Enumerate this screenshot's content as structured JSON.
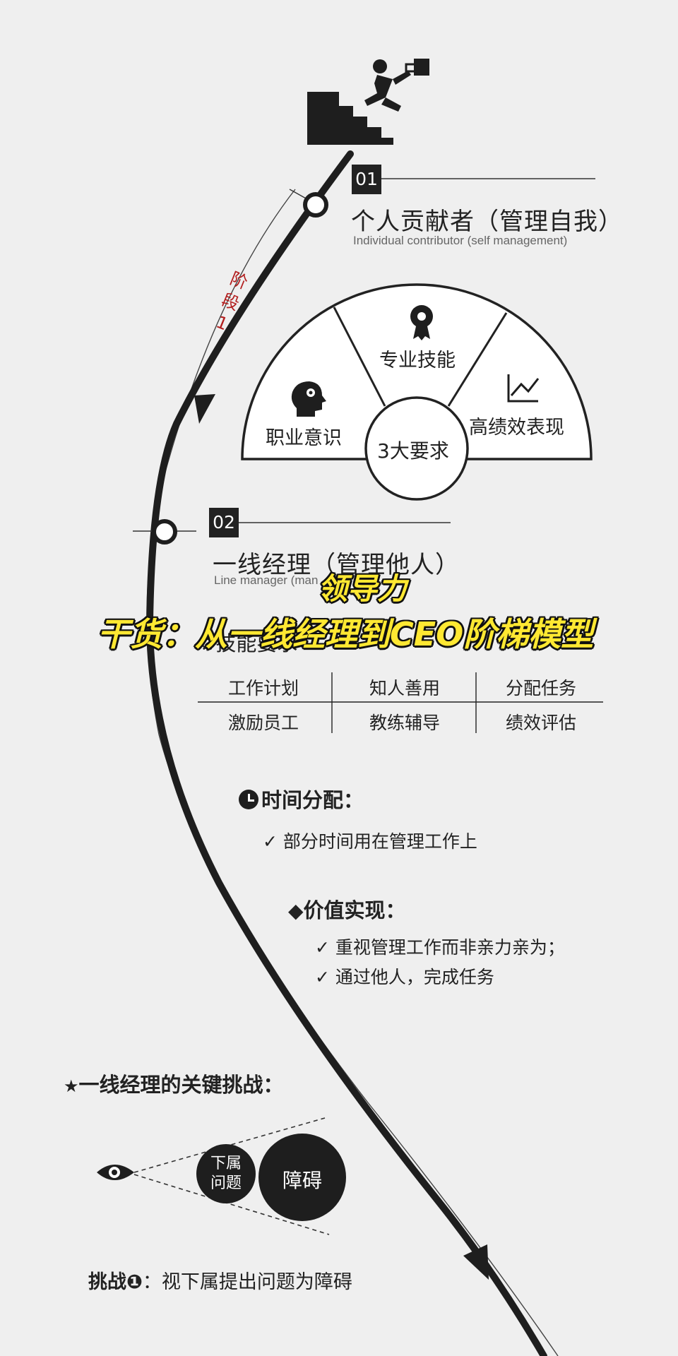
{
  "stage1": {
    "number": "01",
    "title": "个人贡献者（管理自我）",
    "subtitle": "Individual contributor (self management)",
    "tag": [
      "阶",
      "段",
      "1"
    ]
  },
  "fan": {
    "center": "3大要求",
    "left": "职业意识",
    "middle": "专业技能",
    "right": "高绩效表现"
  },
  "stage2": {
    "number": "02",
    "title": "一线经理（管理他人）",
    "subtitle": "Line manager (man"
  },
  "overlay": {
    "line1": "领导力",
    "line2": "干货：从一线经理到CEO阶梯模型"
  },
  "skills": {
    "heading": "技能要求",
    "grid": [
      [
        "工作计划",
        "知人善用",
        "分配任务"
      ],
      [
        "激励员工",
        "教练辅导",
        "绩效评估"
      ]
    ]
  },
  "time": {
    "heading": "时间分配：",
    "items": [
      "部分时间用在管理工作上"
    ]
  },
  "value": {
    "heading": "价值实现：",
    "items": [
      "重视管理工作而非亲力亲为；",
      "通过他人，完成任务"
    ]
  },
  "challenge": {
    "heading": "一线经理的关键挑战：",
    "small_circle": [
      "下属",
      "问题"
    ],
    "big_circle": "障碍",
    "label_bold": "挑战❶",
    "label_text": "：视下属提出问题为障碍"
  },
  "icons": [
    "stairs-climber-icon",
    "gear-badge-icon",
    "head-gear-icon",
    "line-chart-icon",
    "gear-icon",
    "clock-icon",
    "diamond-icon",
    "star-icon",
    "eye-icon",
    "checkmark-icon"
  ],
  "colors": {
    "background": "#efefef",
    "ink": "#222222",
    "stage_tag": "#b21e1e",
    "overlay_fill": "#ffe832"
  }
}
